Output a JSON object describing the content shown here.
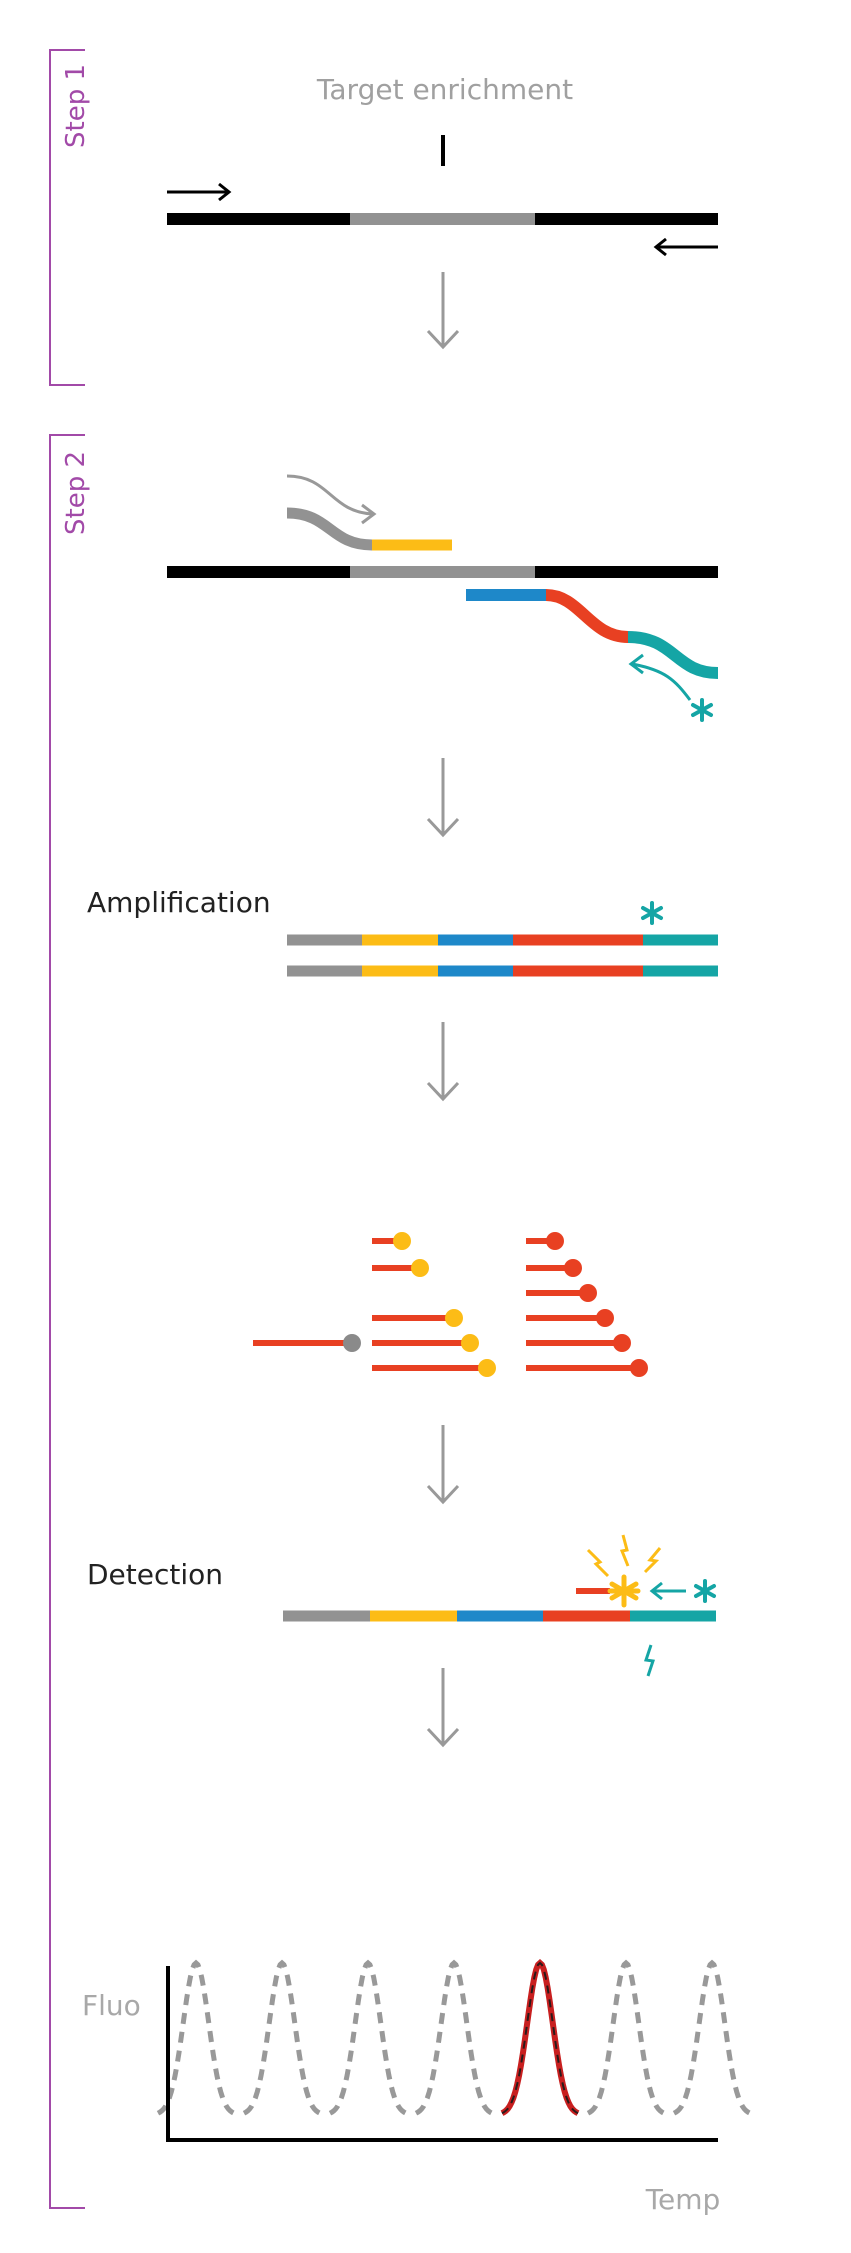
{
  "steps": {
    "step1_label": "Step 1",
    "step2_label": "Step 2"
  },
  "titles": {
    "target_enrichment": "Target enrichment",
    "amplification": "Amplification",
    "detection": "Detection"
  },
  "melt_plot": {
    "y_axis_label": "Fluo",
    "x_axis_label": "Temp",
    "peak_count": 7,
    "highlighted_peak_index": 4
  },
  "colors": {
    "black": "#000000",
    "gray": "#929292",
    "arrow_gray": "#999999",
    "yellow": "#fcbc16",
    "blue": "#1e88c9",
    "red": "#e84022",
    "dark_red": "#c81f1f",
    "teal": "#15a5a5",
    "purple": "#a24aa8",
    "probe_gray": "#8a8a8a"
  }
}
